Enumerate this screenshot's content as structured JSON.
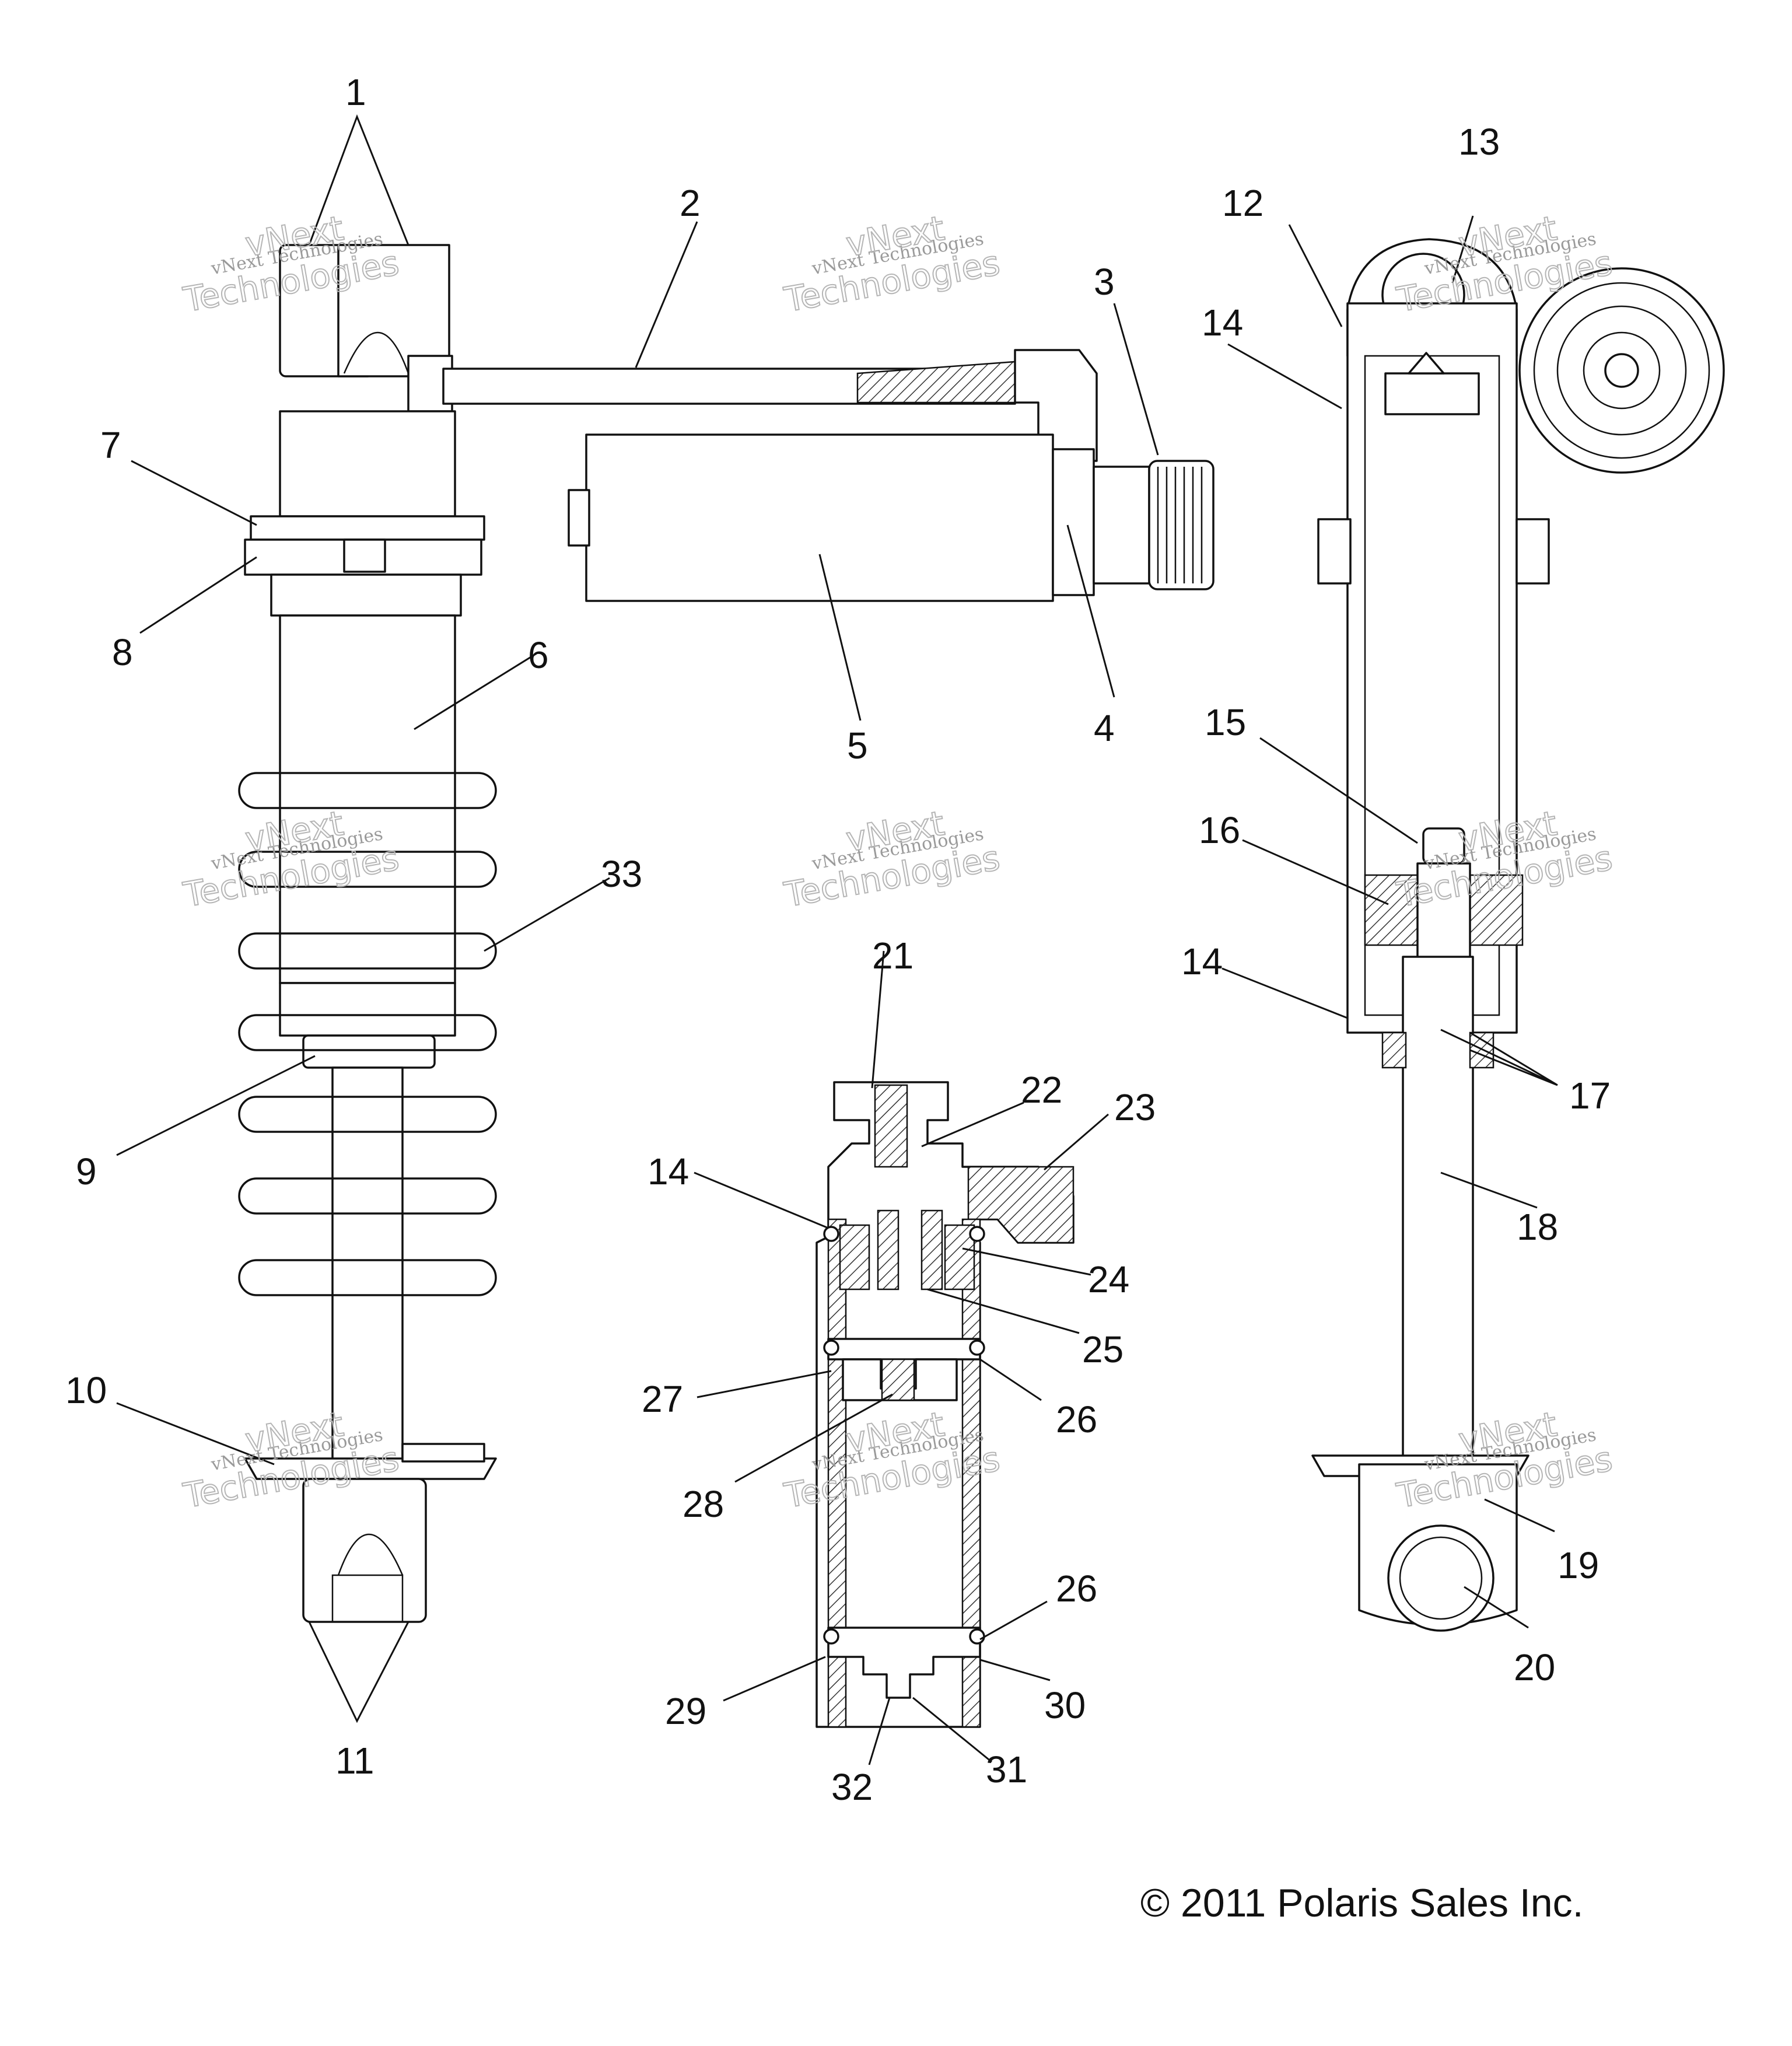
{
  "callouts": [
    "1",
    "2",
    "3",
    "4",
    "5",
    "6",
    "7",
    "8",
    "9",
    "10",
    "11",
    "12",
    "13",
    "14",
    "14",
    "14",
    "15",
    "16",
    "17",
    "18",
    "19",
    "20",
    "21",
    "22",
    "23",
    "24",
    "25",
    "26",
    "26",
    "27",
    "28",
    "29",
    "30",
    "31",
    "32",
    "33"
  ],
  "watermark": {
    "line1": "vNext Technologies",
    "line2": "vNext",
    "line3": "Technologies"
  },
  "copyright": "© 2011 Polaris Sales Inc."
}
